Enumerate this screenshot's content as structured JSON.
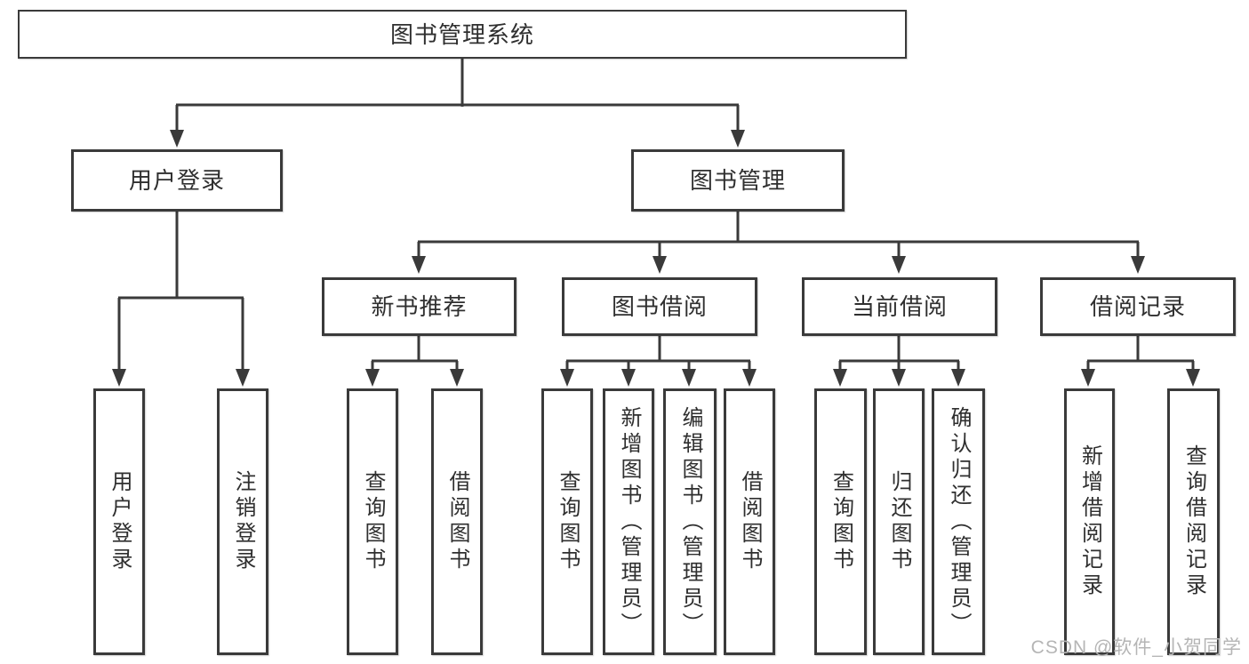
{
  "nodes": {
    "root": "图书管理系统",
    "l2_user_login": "用户登录",
    "l2_book_mgmt": "图书管理",
    "l3_new_book_rec": "新书推荐",
    "l3_book_borrow": "图书借阅",
    "l3_current_borrow": "当前借阅",
    "l3_borrow_record": "借阅记录",
    "leaf_user_login": "用户登录",
    "leaf_logout": "注销登录",
    "leaf_nbr_query_books": "查询图书",
    "leaf_nbr_borrow_books": "借阅图书",
    "leaf_bb_query_books": "查询图书",
    "leaf_bb_add_books": "新增图书（管理员）",
    "leaf_bb_edit_books": "编辑图书（管理员）",
    "leaf_bb_borrow_books": "借阅图书",
    "leaf_cb_query_books": "查询图书",
    "leaf_cb_return_books": "归还图书",
    "leaf_cb_confirm_return": "确认归还（管理员）",
    "leaf_br_add_record": "新增借阅记录",
    "leaf_br_query_record": "查询借阅记录"
  },
  "watermark": "CSDN @软件_小贺同学",
  "colors": {
    "line": "#3a3a3a",
    "text": "#2f2f2f",
    "background": "#ffffff",
    "watermark": "#b5b5b5"
  }
}
